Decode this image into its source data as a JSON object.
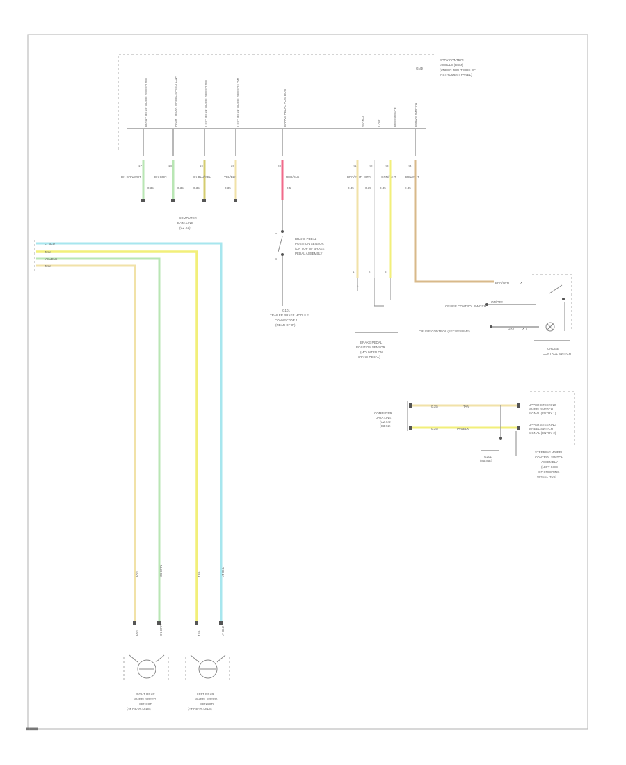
{
  "page_mark": "▀▀▀▀",
  "module_top": {
    "title_lines": [
      "BODY CONTROL",
      "MODULE (BCM)",
      "(UNDER RIGHT SIDE OF",
      "INSTRUMENT PANEL)"
    ],
    "ground_label": "GND",
    "pin_funcs": [
      "RIGHT REAR WHEEL SPEED SIG",
      "RIGHT REAR WHEEL SPEED LOW",
      "LEFT REAR WHEEL SPEED SIG",
      "LEFT REAR WHEEL SPEED LOW",
      "BRAKE PEDAL POSITION",
      "SIGNAL",
      "LOW",
      "REFERENCE",
      "BRAKE SWITCH"
    ],
    "pins": [
      "17",
      "18",
      "19",
      "20",
      "23",
      "X1",
      "X2",
      "X3",
      "X4"
    ],
    "wire_colors": [
      "DK GRN/WHT",
      "DK GRN",
      "DK BLU/YEL",
      "YEL/BLK",
      "RED/BLK",
      "BRN/WHT",
      "GRY",
      "GRN/WHT",
      "BRN/WHT"
    ],
    "wire_gauges": [
      "0.35",
      "0.35",
      "0.35",
      "0.35",
      "0.5",
      "0.35",
      "0.35",
      "0.35",
      "0.35"
    ]
  },
  "connector_center": {
    "lines": [
      "COMPUTER",
      "DATA LINE",
      "(C2 X4)"
    ]
  },
  "switch_block": {
    "lines": [
      "BRAKE PEDAL",
      "POSITION SENSOR",
      "(ON TOP OF BRAKE",
      "PEDAL ASSEMBLY)"
    ],
    "pin_a": "C",
    "pin_b": "B",
    "gnd_label": "G101",
    "gnd_lines": [
      "TRAILER BRAKE MODULE",
      "CONNECTOR 1",
      "(REAR OF IP)"
    ]
  },
  "sensor_block": {
    "lines": [
      "BRAKE PEDAL",
      "POSITION SENSOR",
      "(MOUNTED ON",
      "BRAKE PEDAL)"
    ],
    "pins": [
      "1",
      "2",
      "3",
      "4"
    ]
  },
  "cruise_block": {
    "wire": "BRN/WHT",
    "wire_pin": "X 7",
    "row1": "CRUISE CONTROL SWITCH",
    "row2": "CRUISE CONTROL (SET/RESUME)",
    "row1_tag": "ON/OFF",
    "row2_tag": "GRY",
    "row2_color": "X 7",
    "module_lines": [
      "CRUISE",
      "CONTROL SWITCH"
    ]
  },
  "steering_block": {
    "left_lines": [
      "COMPUTER",
      "DATA LINE",
      "(C2 X4)",
      "(C3 X2)"
    ],
    "row1_gauge": "0.35",
    "row1_color": "TAN",
    "row1_func": [
      "UPPER STEERING",
      "WHEEL SWITCH",
      "SIGNAL (ENTRY 1)"
    ],
    "row2_gauge": "0.35",
    "row2_color": "TAN/BLK",
    "row2_func": [
      "UPPER STEERING",
      "WHEEL SWITCH",
      "SIGNAL (ENTRY 2)"
    ],
    "gnd": "G201",
    "gnd_lines": [
      "(INLINE)"
    ],
    "module_lines": [
      "STEERING WHEEL",
      "CONTROL SWITCH",
      "ASSEMBLY",
      "(LEFT SIDE",
      "OF STEERING",
      "WHEEL HUB)"
    ]
  },
  "harness": {
    "colors": [
      "LT BLU",
      "TAN",
      "YEL/BLK",
      "TAN"
    ]
  },
  "sensors": [
    {
      "wire_a": "TAN",
      "wire_b": "DK GRN",
      "wire_a2": "TAN",
      "wire_b2": "DK GRN",
      "lines": [
        "RIGHT REAR",
        "WHEEL SPEED",
        "SENSOR",
        "(AT REAR AXLE)"
      ]
    },
    {
      "wire_a": "YEL",
      "wire_b": "LT BLU",
      "wire_a2": "YEL",
      "wire_b2": "LT BLU",
      "lines": [
        "LEFT REAR",
        "WHEEL SPEED",
        "SENSOR",
        "(AT REAR AXLE)"
      ]
    }
  ],
  "colors": {
    "green": "#b9e6b4",
    "yellow": "#f2ef7a",
    "pale_yellow": "#f1e2a8",
    "pink": "#f06a8a",
    "cyan": "#a7e6ee",
    "olive": "#d4cc70",
    "brown": "#d8b98a"
  }
}
